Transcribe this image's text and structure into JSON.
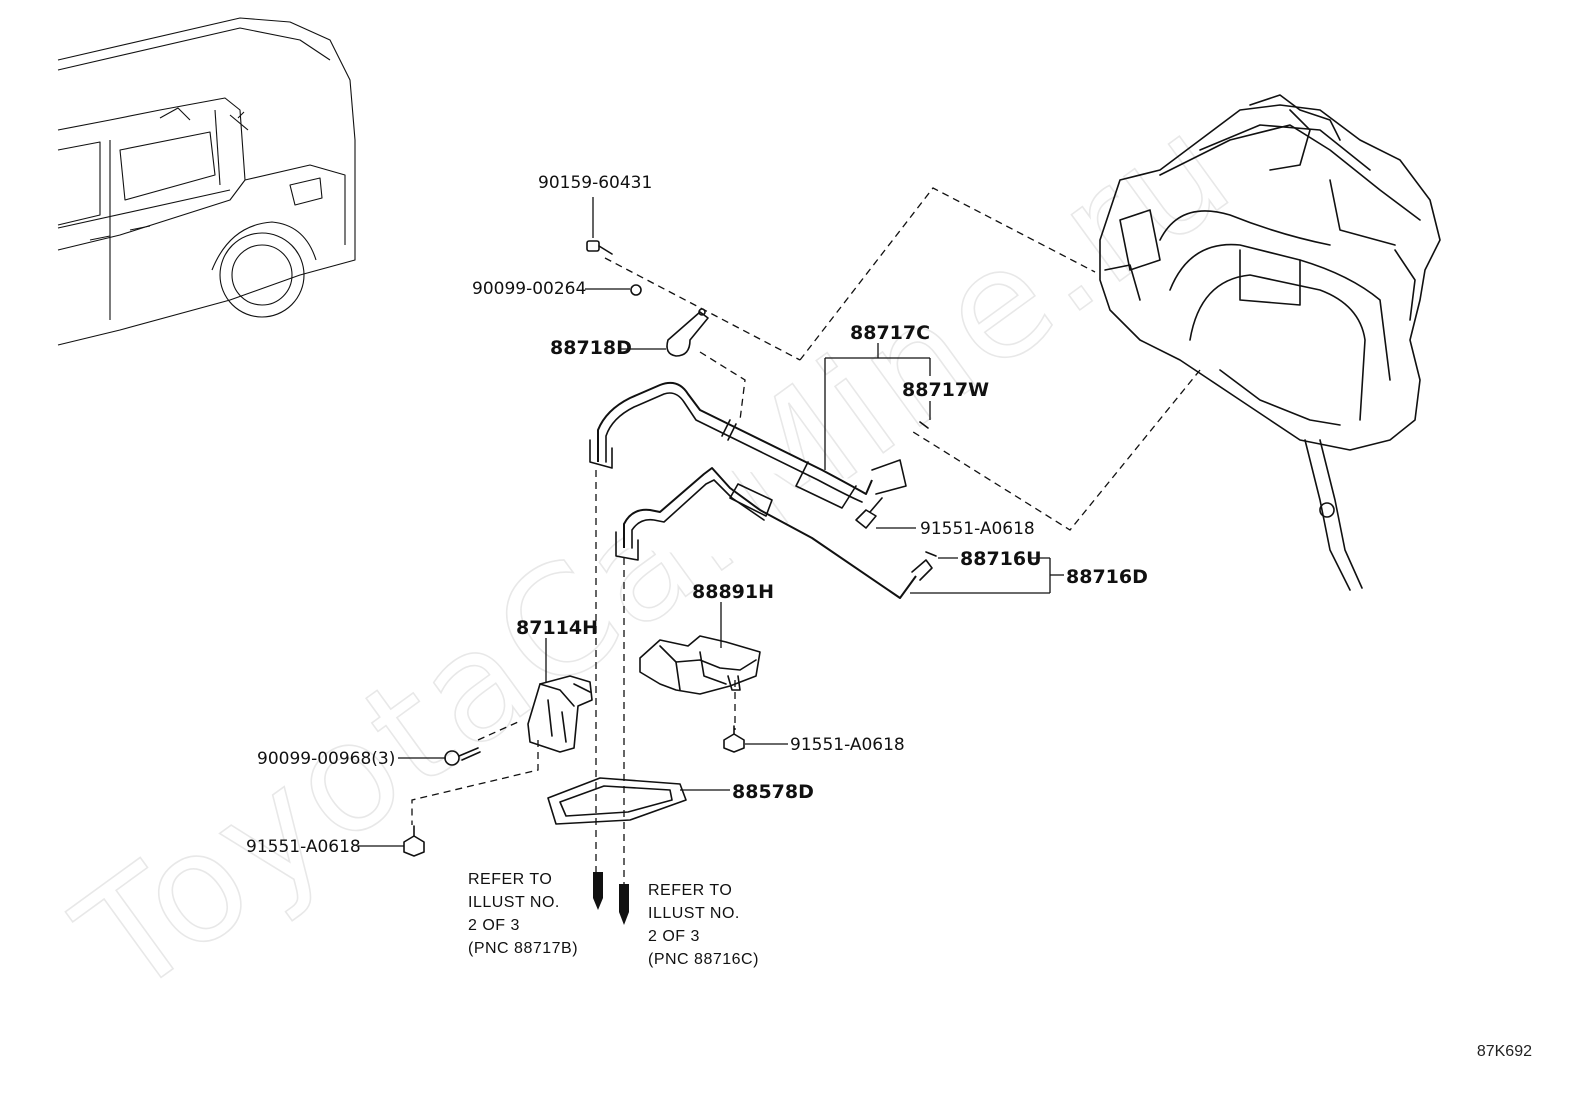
{
  "labels": {
    "p90159": "90159-60431",
    "p90099_264": "90099-00264",
    "p88718d": "88718D",
    "p88717c": "88717C",
    "p88717w": "88717W",
    "p91551_a": "91551-A0618",
    "p88716u": "88716U",
    "p88716d": "88716D",
    "p88891h": "88891H",
    "p87114h": "87114H",
    "p91551_b": "91551-A0618",
    "p90099_968": "90099-00968(3)",
    "p88578d": "88578D",
    "p91551_c": "91551-A0618"
  },
  "notes": {
    "left": [
      "REFER TO",
      "ILLUST NO.",
      "2 OF 3",
      "(PNC 88717B)"
    ],
    "right": [
      "REFER TO",
      "ILLUST NO.",
      "2 OF 3",
      "(PNC 88716C)"
    ]
  },
  "illustration_code": "87K692",
  "watermark": "ToyotaCarMine.ru"
}
